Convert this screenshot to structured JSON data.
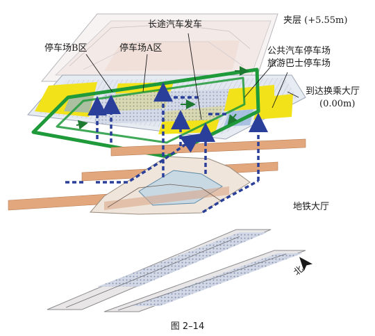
{
  "labels": {
    "mezzanine": "夹层 (+5.55m)",
    "long_distance_departure": "长途汽车发车",
    "parking_b": "停车场B区",
    "parking_a": "停车场A区",
    "public_bus_parking": "公共汽车停车场",
    "tour_bus_parking": "旅游巴士停车场",
    "arrival_hall": "到达换乘大厅",
    "arrival_hall_level": "(0.00m)",
    "metro_hall": "地铁大厅",
    "north": "北"
  },
  "caption": "图 2–14",
  "colors": {
    "circulation_loop": "#1e9a3a",
    "vertical_link": "#2a3f9a",
    "parking_zone": "#f2e21a",
    "metro_corridor": "#e2a77c"
  }
}
